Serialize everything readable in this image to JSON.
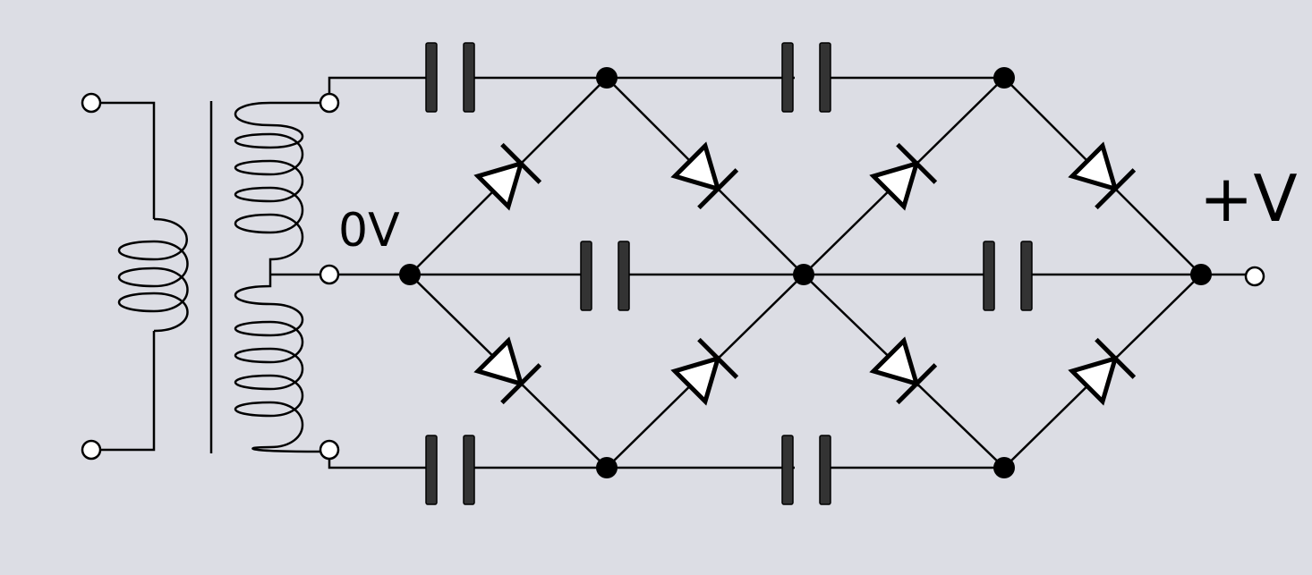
{
  "labels": {
    "ground": "0V",
    "output": "+V"
  },
  "colors": {
    "background": "#dcdde4",
    "wire": "#000000",
    "capacitor_plate": "#333333",
    "terminal_fill": "#ffffff"
  },
  "components": {
    "transformer_count": 1,
    "diode_count": 8,
    "capacitor_count": 6,
    "terminal_count": 6
  }
}
